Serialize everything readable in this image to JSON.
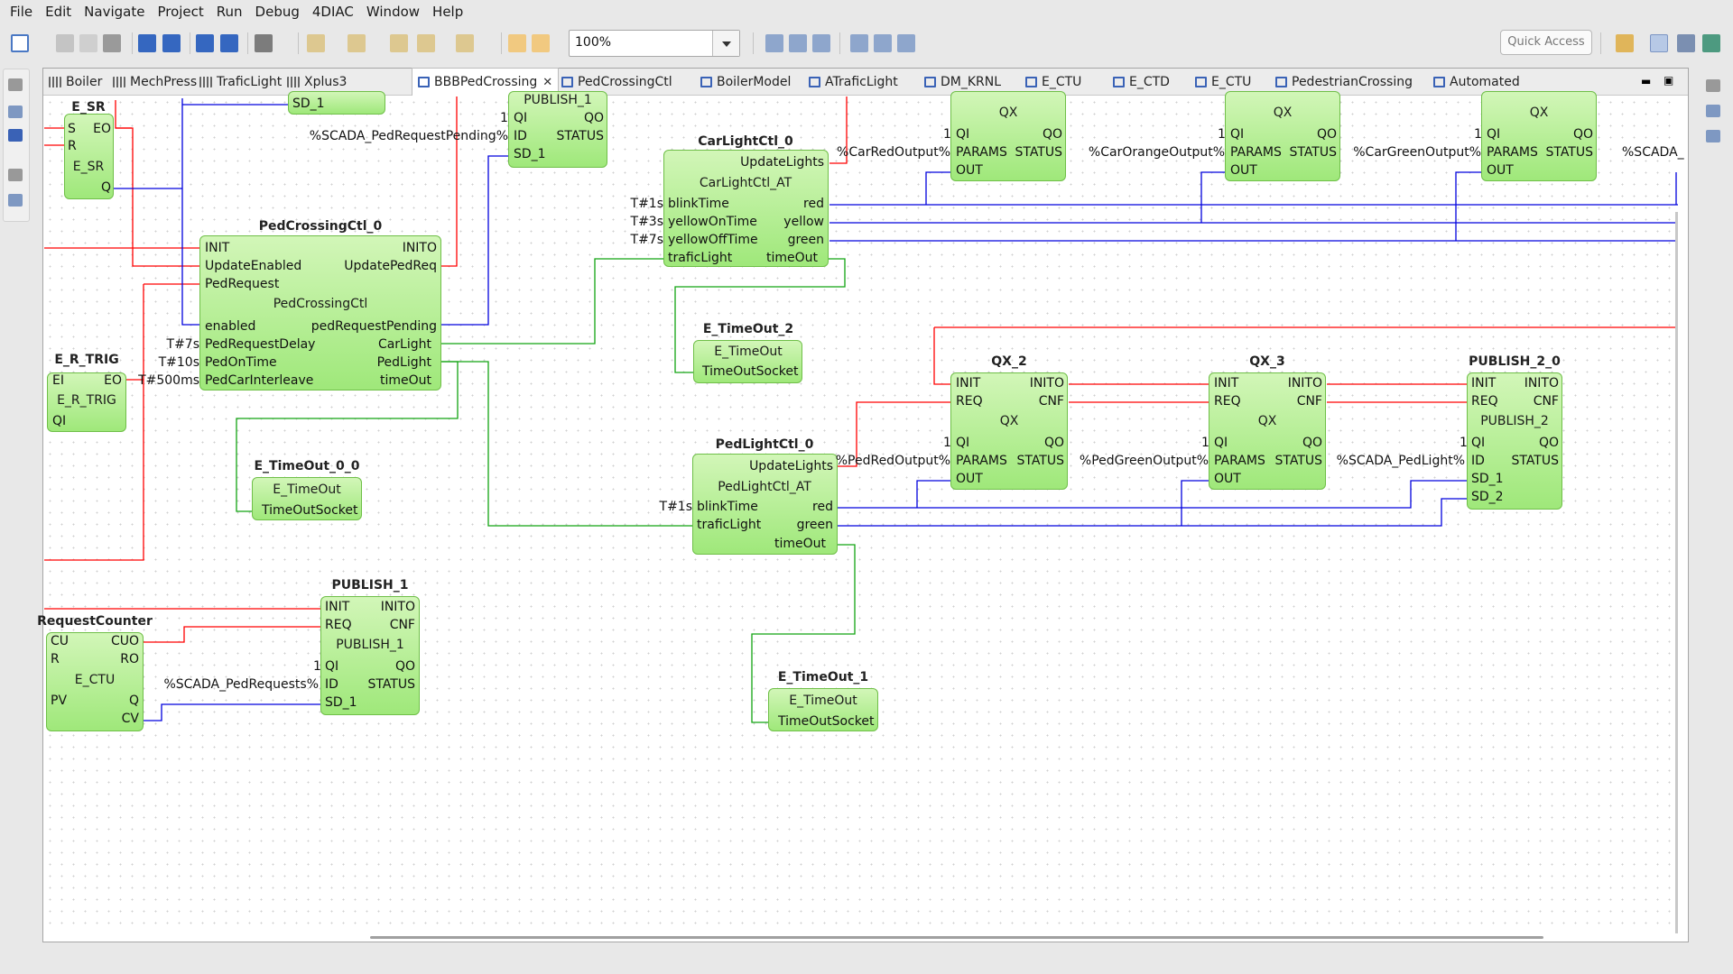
{
  "menu": [
    "File",
    "Edit",
    "Navigate",
    "Project",
    "Run",
    "Debug",
    "4DIAC",
    "Window",
    "Help"
  ],
  "zoom": "100%",
  "quick_access": "Quick Access",
  "tabs": [
    {
      "label": "Boiler",
      "icon": "composite-icon"
    },
    {
      "label": "MechPress",
      "icon": "composite-icon"
    },
    {
      "label": "TraficLight",
      "icon": "composite-icon"
    },
    {
      "label": "Xplus3",
      "icon": "composite-icon"
    },
    {
      "label": "BBBPedCrossing",
      "icon": "fb-icon",
      "active": true
    },
    {
      "label": "PedCrossingCtl",
      "icon": "fb-icon"
    },
    {
      "label": "BoilerModel",
      "icon": "fb-icon"
    },
    {
      "label": "ATraficLight",
      "icon": "fb-icon"
    },
    {
      "label": "DM_KRNL",
      "icon": "fb-icon"
    },
    {
      "label": "E_CTU",
      "icon": "fb-icon"
    },
    {
      "label": "E_CTD",
      "icon": "fb-icon"
    },
    {
      "label": "E_CTU",
      "icon": "fb-icon"
    },
    {
      "label": "PedestrianCrossing",
      "icon": "fb-icon"
    },
    {
      "label": "Automated",
      "icon": "fb-icon"
    }
  ],
  "colors": {
    "event": "#ff0000",
    "data_bool": "#0000dd",
    "adapter": "#12a312",
    "block_fill": "#b6ef94"
  },
  "blocks": {
    "esr": {
      "name": "E_SR",
      "type": "E_SR",
      "pins": [
        "S",
        "EO",
        "R",
        "Q"
      ]
    },
    "publish1_top": {
      "pins": [
        "PUBLISH_1",
        "QI",
        "QO",
        "ID",
        "STATUS",
        "SD_1"
      ],
      "qi_const": "1",
      "id_const": "%SCADA_PedRequestPending%"
    },
    "sd1_top": "SD_1",
    "ped_crossing": {
      "name": "PedCrossingCtl_0",
      "type": "PedCrossingCtl",
      "pins": [
        "INIT",
        "INITO",
        "UpdateEnabled",
        "UpdatePedReq",
        "PedRequest",
        "enabled",
        "pedRequestPending",
        "PedRequestDelay",
        "CarLight",
        "PedOnTime",
        "PedLight",
        "PedCarInterleave",
        "timeOut"
      ],
      "consts": [
        "T#7s",
        "T#10s",
        "T#500ms"
      ]
    },
    "carlight": {
      "name": "CarLightCtl_0",
      "type": "CarLightCtl_AT",
      "pins": [
        "UpdateLights",
        "blinkTime",
        "red",
        "yellowOnTime",
        "yellow",
        "yellowOffTime",
        "green",
        "traficLight",
        "timeOut"
      ],
      "consts": [
        "T#1s",
        "T#3s",
        "T#7s"
      ]
    },
    "qx_red": {
      "type": "QX",
      "pins": [
        "QI",
        "QO",
        "PARAMS",
        "STATUS",
        "OUT"
      ],
      "qi_const": "1",
      "params": "%CarRedOutput%"
    },
    "qx_orange": {
      "type": "QX",
      "pins": [
        "QI",
        "QO",
        "PARAMS",
        "STATUS",
        "OUT"
      ],
      "qi_const": "1",
      "params": "%CarOrangeOutput%"
    },
    "qx_green": {
      "type": "QX",
      "pins": [
        "QI",
        "QO",
        "PARAMS",
        "STATUS",
        "OUT"
      ],
      "qi_const": "1",
      "params": "%CarGreenOutput%"
    },
    "scada_cut": "%SCADA_",
    "etimeout2": {
      "name": "E_TimeOut_2",
      "type": "E_TimeOut",
      "pin": "TimeOutSocket"
    },
    "ertrig": {
      "name": "E_R_TRIG",
      "type": "E_R_TRIG",
      "pins": [
        "EI",
        "EO",
        "QI"
      ]
    },
    "etimeout00": {
      "name": "E_TimeOut_0_0",
      "type": "E_TimeOut",
      "pin": "TimeOutSocket"
    },
    "pedlight": {
      "name": "PedLightCtl_0",
      "type": "PedLightCtl_AT",
      "pins": [
        "UpdateLights",
        "blinkTime",
        "red",
        "traficLight",
        "green",
        "timeOut"
      ],
      "const": "T#1s"
    },
    "qx2": {
      "name": "QX_2",
      "type": "QX",
      "pins": [
        "INIT",
        "INITO",
        "REQ",
        "CNF",
        "QI",
        "QO",
        "PARAMS",
        "STATUS",
        "OUT"
      ],
      "qi_const": "1",
      "params": "%PedRedOutput%"
    },
    "qx3": {
      "name": "QX_3",
      "type": "QX",
      "pins": [
        "INIT",
        "INITO",
        "REQ",
        "CNF",
        "QI",
        "QO",
        "PARAMS",
        "STATUS",
        "OUT"
      ],
      "qi_const": "1",
      "params": "%PedGreenOutput%"
    },
    "publish20": {
      "name": "PUBLISH_2_0",
      "type": "PUBLISH_2",
      "pins": [
        "INIT",
        "INITO",
        "REQ",
        "CNF",
        "QI",
        "QO",
        "ID",
        "STATUS",
        "SD_1",
        "SD_2"
      ],
      "qi_const": "1",
      "id_const": "%SCADA_PedLight%"
    },
    "etimeout1": {
      "name": "E_TimeOut_1",
      "type": "E_TimeOut",
      "pin": "TimeOutSocket"
    },
    "publish1": {
      "name": "PUBLISH_1",
      "type": "PUBLISH_1",
      "pins": [
        "INIT",
        "INITO",
        "REQ",
        "CNF",
        "QI",
        "QO",
        "ID",
        "STATUS",
        "SD_1"
      ],
      "qi_const": "1",
      "id_const": "%SCADA_PedRequests%"
    },
    "reqcounter": {
      "name": "RequestCounter",
      "type": "E_CTU",
      "pins": [
        "CU",
        "CUO",
        "R",
        "RO",
        "PV",
        "Q",
        "CV"
      ]
    }
  }
}
